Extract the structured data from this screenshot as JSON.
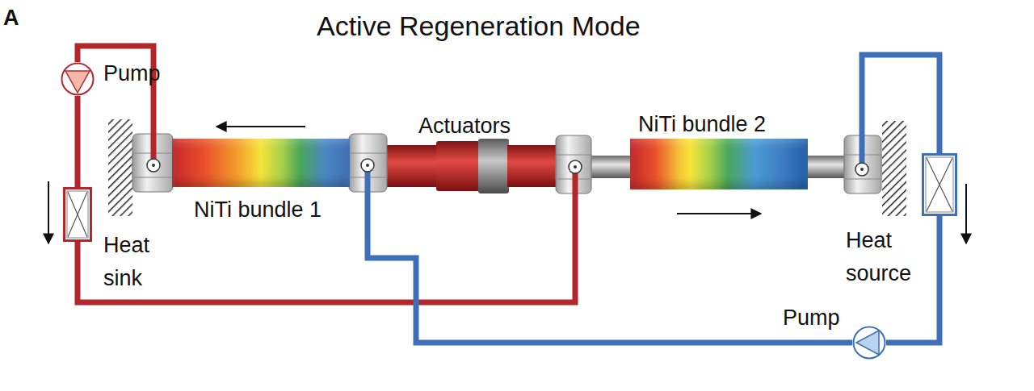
{
  "diagram": {
    "title": "Active Regeneration Mode",
    "nodes": [
      {
        "text": [
          "Pump"
        ]
      },
      {
        "text": [
          "Heat sink"
        ]
      },
      {
        "text": [
          "NiTi bundle 1"
        ]
      },
      {
        "text": [
          "Actuators"
        ]
      },
      {
        "text": [
          "NiTi bundle 2"
        ]
      },
      {
        "text": [
          "Heat source"
        ]
      },
      {
        "text": [
          "Pump"
        ]
      }
    ],
    "edges": [
      {
        "from": 0,
        "to": 1,
        "arrow": "none"
      },
      {
        "from": 5,
        "to": 6,
        "arrow": "none"
      }
    ],
    "labels": [
      "A"
    ]
  }
}
